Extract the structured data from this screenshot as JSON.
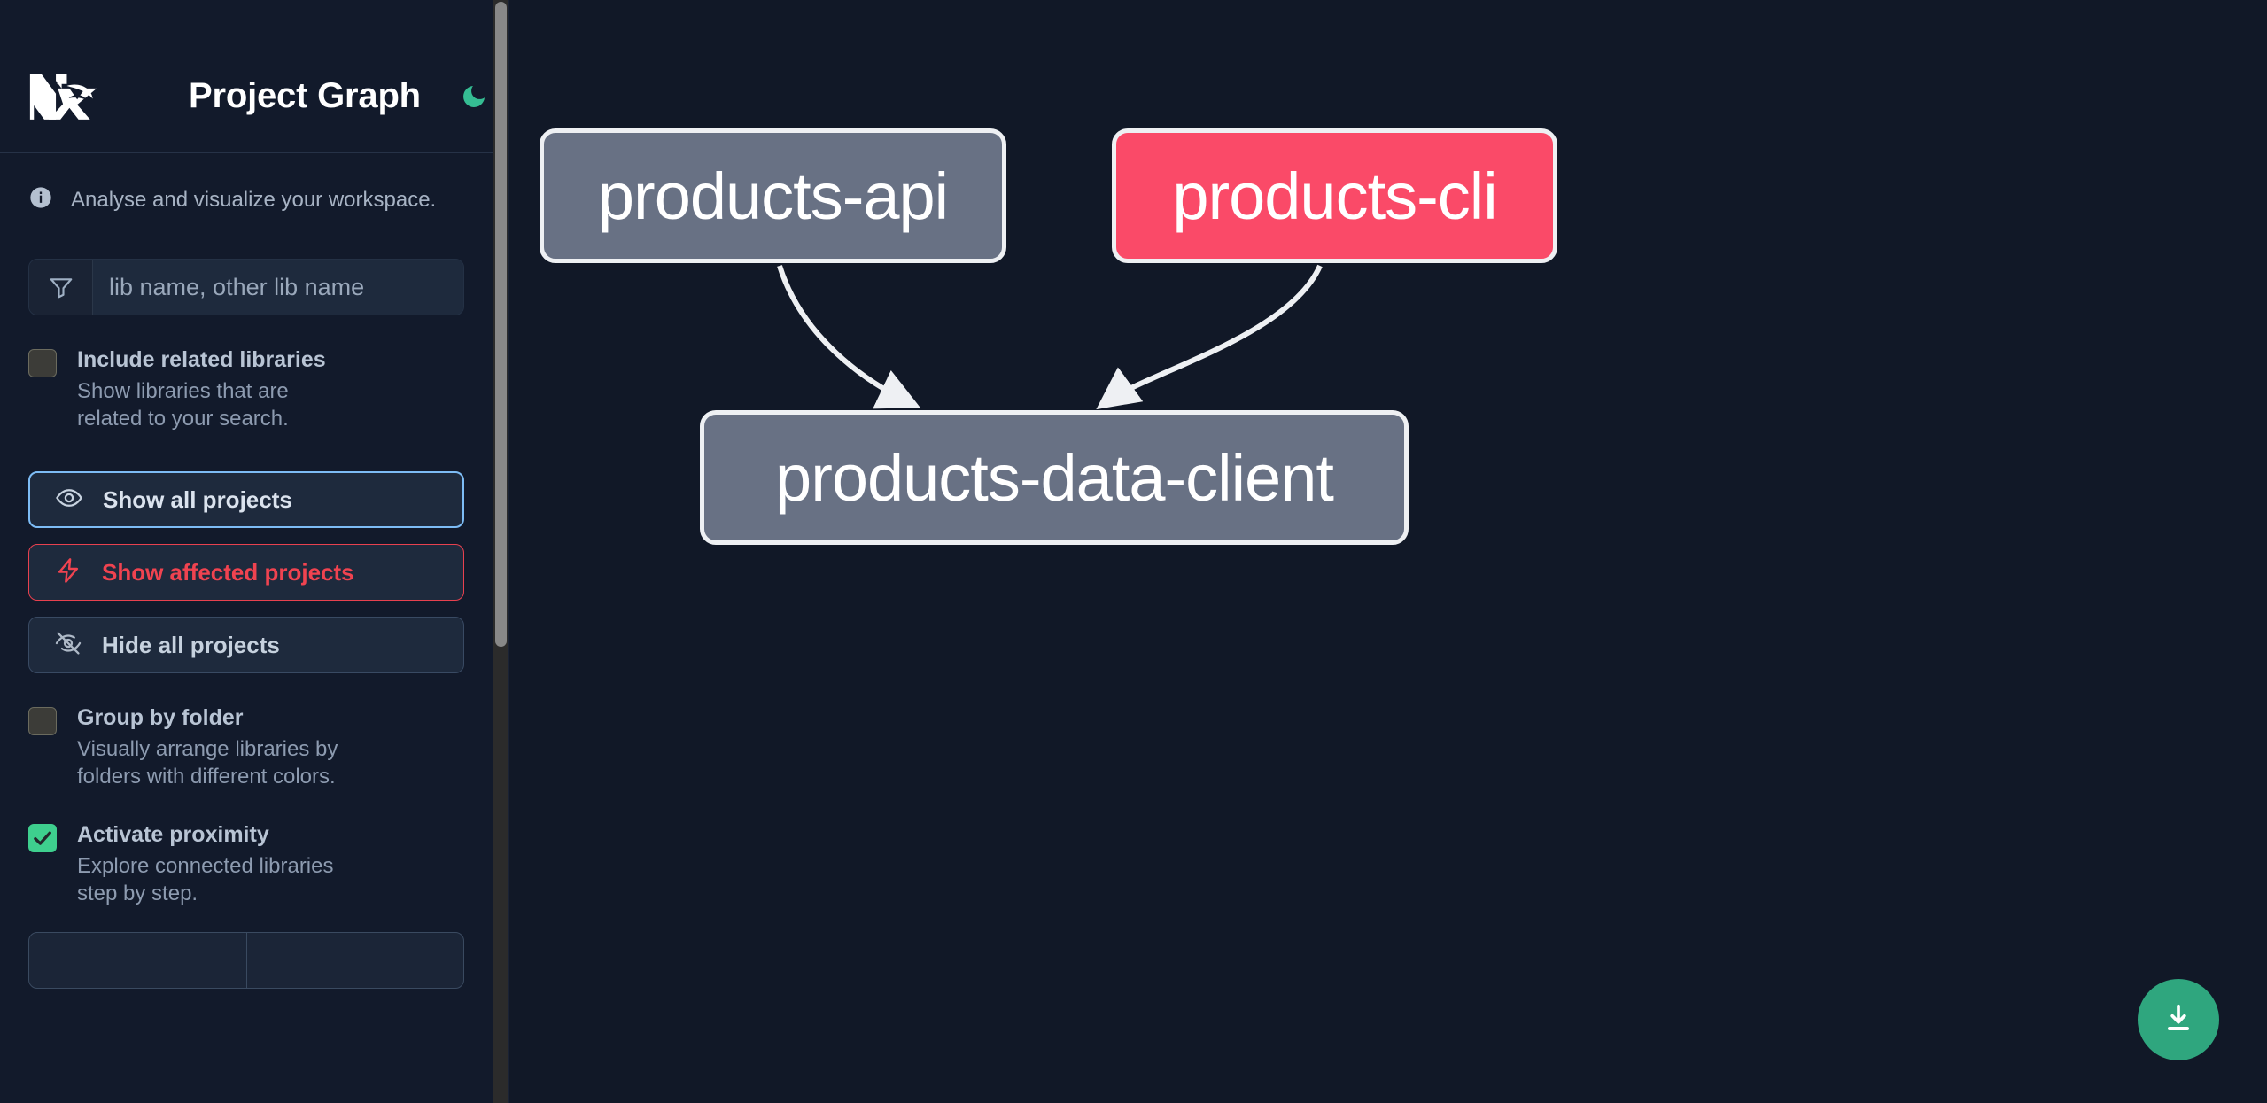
{
  "app": {
    "title": "Project Graph",
    "logo_icon": "nx-logo-icon",
    "theme_toggle_icon": "moon-icon"
  },
  "sidebar": {
    "tagline": "Analyse and visualize your workspace.",
    "tagline_icon": "info-icon",
    "filter": {
      "icon": "filter-funnel-icon",
      "value": "",
      "placeholder": "lib name, other lib name"
    },
    "options": [
      {
        "name": "include-related-libraries",
        "title": "Include related libraries",
        "desc": "Show libraries that are related to your search.",
        "checked": false
      },
      {
        "name": "group-by-folder",
        "title": "Group by folder",
        "desc": "Visually arrange libraries by folders with different colors.",
        "checked": false
      },
      {
        "name": "activate-proximity",
        "title": "Activate proximity",
        "desc": "Explore connected libraries step by step.",
        "checked": true
      }
    ],
    "buttons": [
      {
        "name": "show-all-projects",
        "label": "Show all projects",
        "icon": "eye-icon",
        "style": "primary"
      },
      {
        "name": "show-affected-projects",
        "label": "Show affected projects",
        "icon": "lightning-icon",
        "style": "danger"
      },
      {
        "name": "hide-all-projects",
        "label": "Hide all projects",
        "icon": "eye-slash-icon",
        "style": "neutral"
      }
    ]
  },
  "graph": {
    "download_icon": "download-icon",
    "nodes": [
      {
        "id": "products-api",
        "label": "products-api",
        "color": "#687184",
        "affected": false
      },
      {
        "id": "products-cli",
        "label": "products-cli",
        "color": "#fa4a68",
        "affected": true
      },
      {
        "id": "products-data-client",
        "label": "products-data-client",
        "color": "#687184",
        "affected": false
      }
    ],
    "edges": [
      {
        "from": "products-api",
        "to": "products-data-client"
      },
      {
        "from": "products-cli",
        "to": "products-data-client"
      }
    ]
  },
  "colors": {
    "background": "#111827",
    "sidebar": "#121a2b",
    "accent_green": "#3ecf8e",
    "accent_red": "#f04350",
    "accent_blue": "#7dbcf5",
    "node_default": "#687184",
    "node_affected": "#fa4a68",
    "edge": "#eef0f3"
  }
}
